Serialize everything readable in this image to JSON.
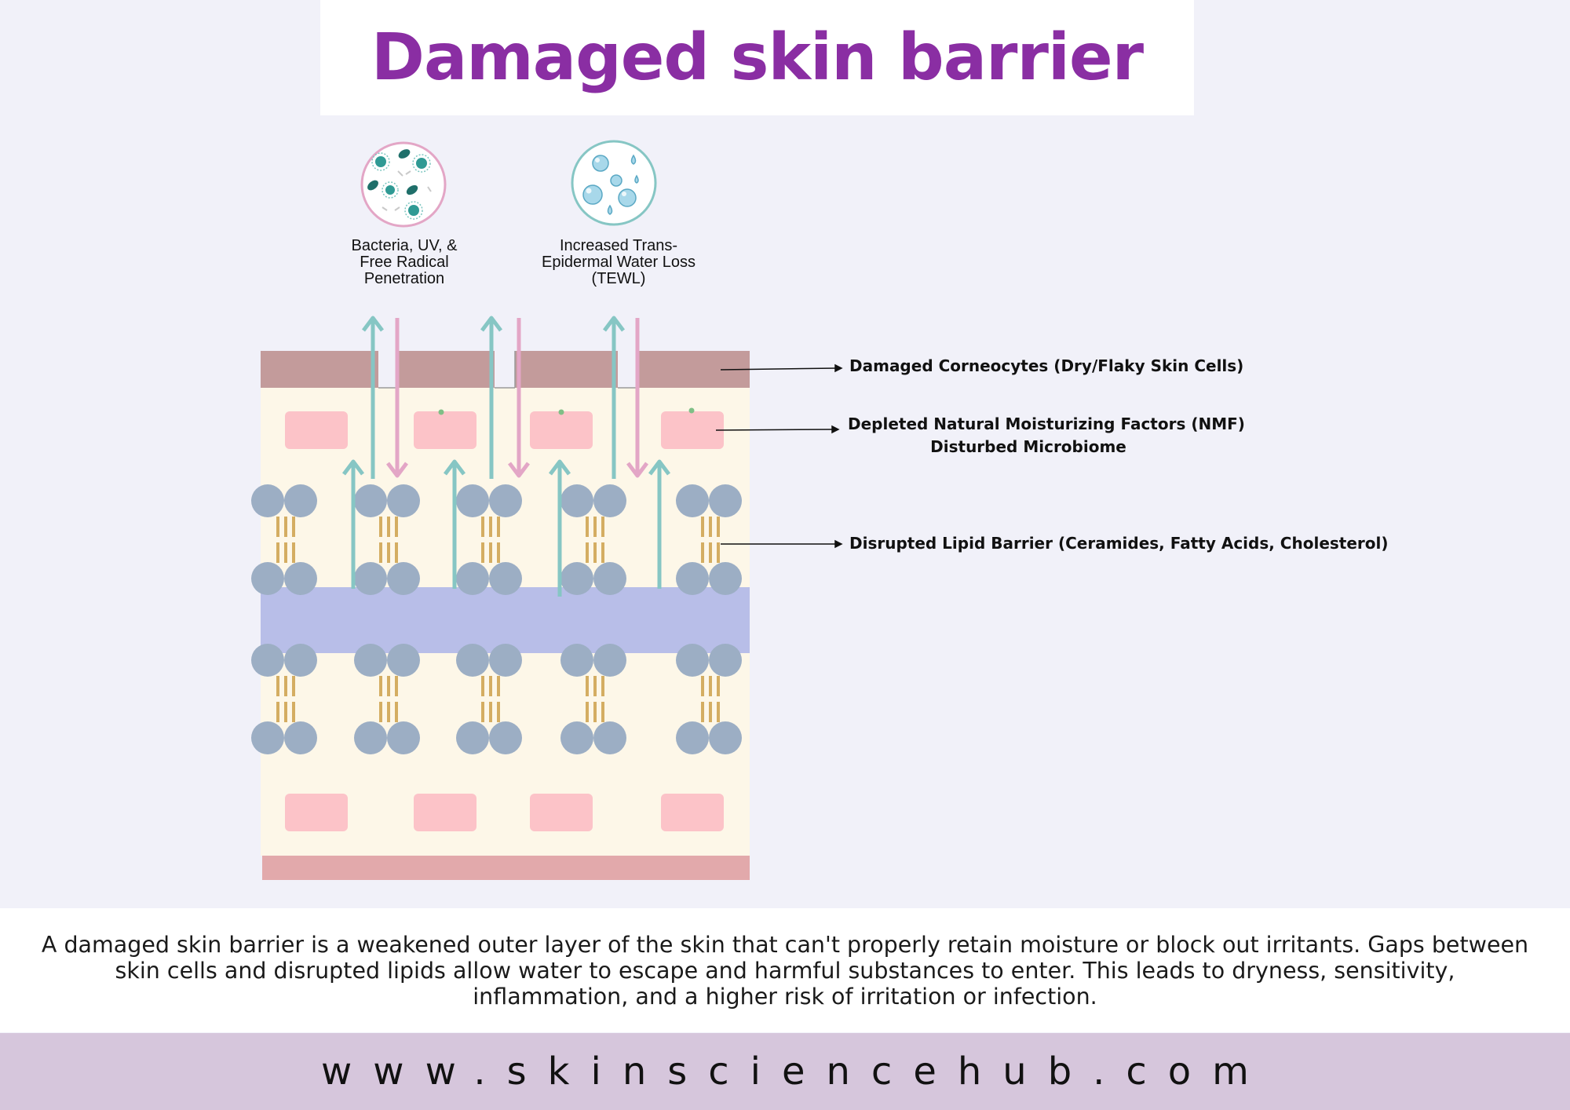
{
  "title": "Damaged skin barrier",
  "icons": [
    {
      "name": "bacteria-uv-icon",
      "label_lines": [
        "Bacteria, UV, &",
        "Free Radical",
        "Penetration"
      ],
      "ring_color": "#e3a6c6"
    },
    {
      "name": "water-droplets-icon",
      "label_lines": [
        "Increased Trans-",
        "Epidermal Water Loss",
        "(TEWL)"
      ],
      "ring_color": "#86c6c4"
    }
  ],
  "annotations": {
    "corneocytes": "Damaged Corneocytes (Dry/Flaky Skin Cells)",
    "nmf": "Depleted Natural Moisturizing Factors (NMF)",
    "microbiome": "Disturbed Microbiome",
    "lipid": "Disrupted Lipid Barrier (Ceramides, Fatty Acids, Cholesterol)"
  },
  "description": "A damaged skin barrier is a weakened outer layer of the skin that can't properly retain moisture or block out irritants. Gaps between skin cells and disrupted lipids allow water to escape and harmful substances to enter. This leads to dryness, sensitivity, inflammation, and a higher risk of irritation or infection.",
  "footer": "www.skinsciencehub.com",
  "colors": {
    "title": "#8a2ea3",
    "corneocyte_layer": "#c39b9b",
    "dermis_fill": "#fdf7e8",
    "nmf_block": "#fcc3c8",
    "lipid_head": "#9caec4",
    "lipid_tail": "#d4ad62",
    "mid_band": "#b8bee8",
    "bottom_band": "#e2a9ab",
    "arrow_out": "#86c6c4",
    "arrow_in": "#e3a6c6",
    "footer_bg": "#d6c6dc"
  }
}
